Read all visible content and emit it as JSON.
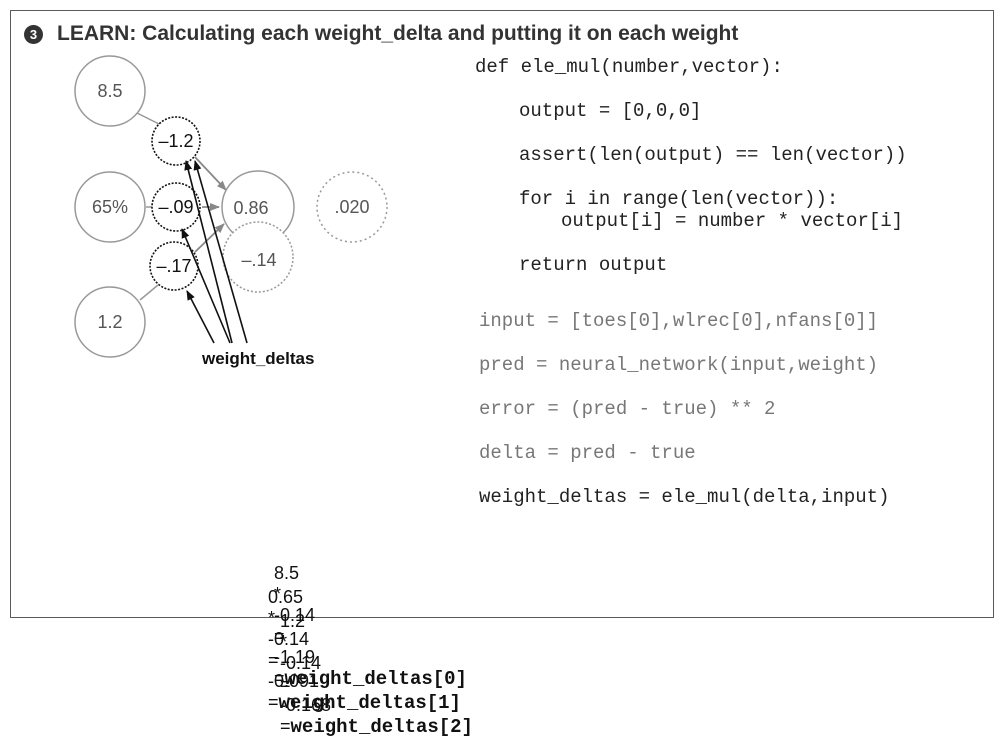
{
  "title": {
    "step": "3",
    "text": "LEARN: Calculating each weight_delta and putting it on each weight"
  },
  "diagram": {
    "inputs": [
      "8.5",
      "65%",
      "1.2"
    ],
    "weight_deltas": [
      "–1.2",
      "–.09",
      "–.17"
    ],
    "prediction": "0.86",
    "delta": "–.14",
    "error": ".020",
    "arrow_label": "weight_deltas"
  },
  "code": {
    "def_line": "def ele_mul(number,vector):",
    "output_line": "output = [0,0,0]",
    "assert_line": "assert(len(output) == len(vector))",
    "for_line": "for i in range(len(vector)):",
    "assign_line": "output[i] = number * vector[i]",
    "return_line": "return output",
    "input_line": "input = [toes[0],wlrec[0],nfans[0]]",
    "pred_line": "pred = neural_network(input,weight)",
    "error_line": "error = (pred - true) ** 2",
    "delta_line": "delta = pred - true",
    "wd_line": "weight_deltas = ele_mul(delta,input)"
  },
  "calculations": [
    {
      "input": "8.5",
      "op": "*",
      "delta": "-0.14",
      "eq": "=",
      "result": "-1.19",
      "eq2": "=",
      "target": "weight_deltas[0]"
    },
    {
      "input": "0.65",
      "op": "*",
      "delta": "-0.14",
      "eq": "=",
      "result": "-0.091",
      "eq2": "=",
      "target": "weight_deltas[1]"
    },
    {
      "input": "1.2",
      "op": "*",
      "delta": "-0.14",
      "eq": "=",
      "result": "-0.168",
      "eq2": "=",
      "target": "weight_deltas[2]"
    }
  ],
  "colors": {
    "border": "#5a5a5a",
    "node_stroke": "#999999",
    "delta_stroke": "#111111",
    "code_gray": "#777777",
    "code_dark": "#222222"
  }
}
